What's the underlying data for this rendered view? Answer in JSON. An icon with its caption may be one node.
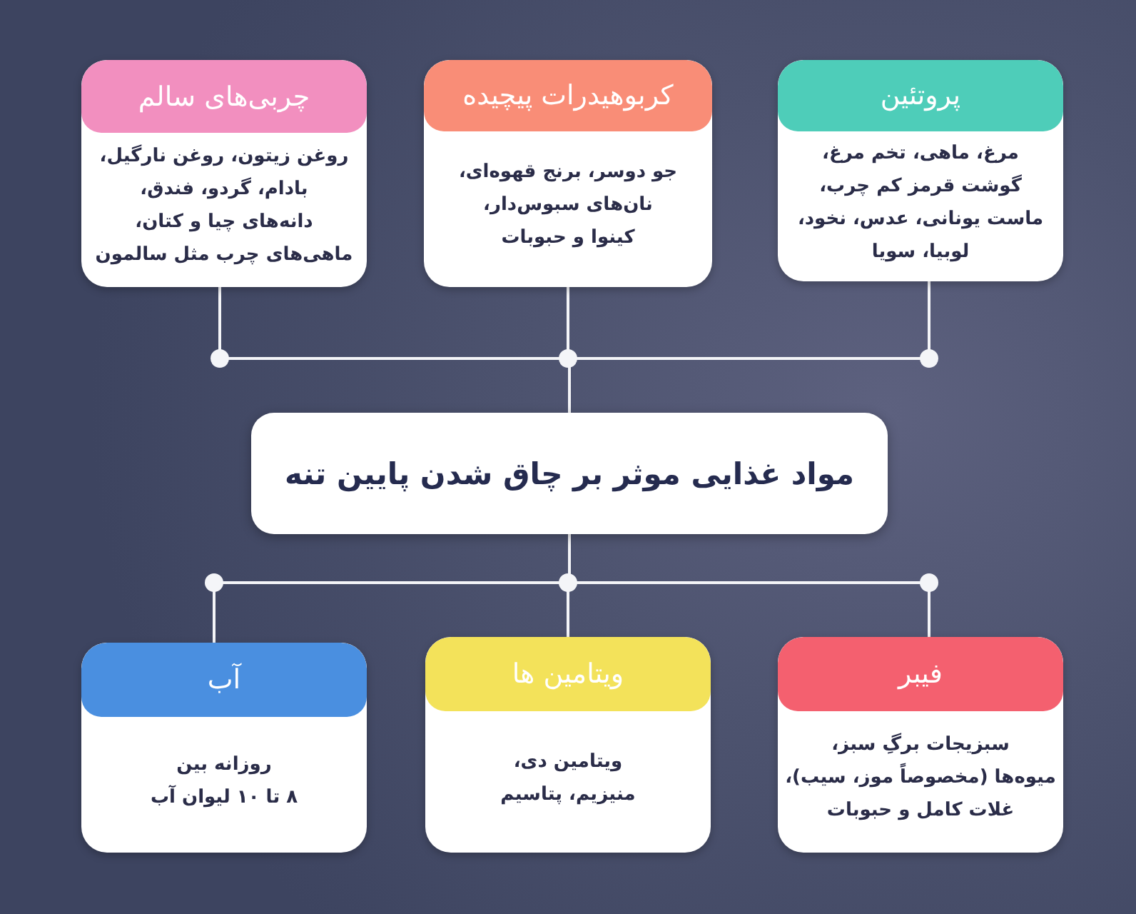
{
  "diagram": {
    "nodes": [
      {
        "text": [
          "پروتئین",
          "مرغ، ماهی، تخم مرغ، گوشت قرمز کم چرب، ماست یونانی، عدس، نخود، لوبیا، سویا"
        ]
      },
      {
        "text": [
          "کربوهیدرات پیچیده",
          "جو دوسر، برنج قهوه‌ای، نان‌های سبوس‌دار، کینوا و حبوبات"
        ]
      },
      {
        "text": [
          "چربی‌های سالم",
          "روغن زیتون، روغن نارگیل، بادام، گردو، فندق، دانه‌های چیا و کتان، ماهی‌های چرب مثل سالمون"
        ]
      },
      {
        "text": [
          "مواد غذایی موثر بر چاق شدن پایین تنه"
        ]
      },
      {
        "text": [
          "فیبر",
          "سبزیجات برگِ سبز، میوه‌ها (مخصوصاً موز، سیب)، غلات کامل و حبوبات"
        ]
      },
      {
        "text": [
          "ویتامین ها",
          "ویتامین دی، منیزیم، پتاسیم"
        ]
      },
      {
        "text": [
          "آب",
          "روزانه بین ۸ تا ۱۰ لیوان آب"
        ]
      }
    ],
    "edges": [
      {
        "from": 3,
        "to": 0,
        "arrow": "none"
      },
      {
        "from": 3,
        "to": 1,
        "arrow": "none"
      },
      {
        "from": 3,
        "to": 2,
        "arrow": "none"
      },
      {
        "from": 3,
        "to": 4,
        "arrow": "none"
      },
      {
        "from": 3,
        "to": 5,
        "arrow": "none"
      },
      {
        "from": 3,
        "to": 6,
        "arrow": "none"
      }
    ]
  }
}
